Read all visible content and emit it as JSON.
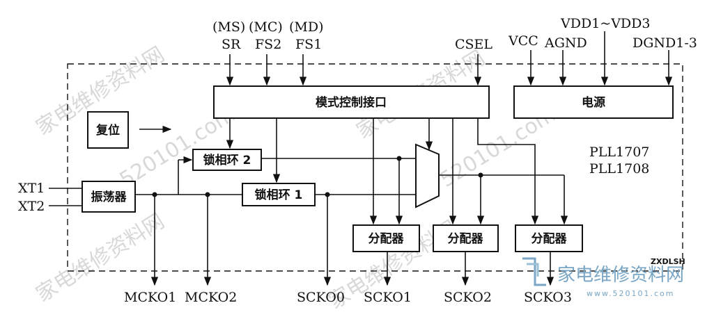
{
  "blocks": {
    "mode_control": "模式控制接口",
    "power": "电源",
    "reset": "复位",
    "pll2": "锁相环 2",
    "pll1": "锁相环 1",
    "oscillator": "振荡器",
    "dist1": "分配器",
    "dist2": "分配器",
    "dist3": "分配器"
  },
  "top_pins": {
    "ms": "(MS)",
    "mc": "(MC)",
    "md": "(MD)",
    "sr": "SR",
    "fs2": "FS2",
    "fs1": "FS1",
    "csel": "CSEL",
    "vcc": "VCC",
    "agnd": "AGND",
    "vdd": "VDD1~VDD3",
    "dgnd": "DGND1-3"
  },
  "left_pins": {
    "xt1": "XT1",
    "xt2": "XT2"
  },
  "bottom_pins": {
    "mcko1": "MCKO1",
    "mcko2": "MCKO2",
    "scko0": "SCKO0",
    "scko1": "SCKO1",
    "scko2": "SCKO2",
    "scko3": "SCKO3"
  },
  "part_numbers": {
    "p1": "PLL1707",
    "p2": "PLL1708"
  },
  "code": "ZXDLSH",
  "watermarks": {
    "brand_cn": "家电维修资料网",
    "site": "520101.com",
    "logo_cn": "家电维修资料网",
    "logo_url": "www.520101.com"
  },
  "colors": {
    "ink": "#111111",
    "watermark_grey": "#d8d8d8",
    "logo_blue": "#7aa6c6"
  }
}
